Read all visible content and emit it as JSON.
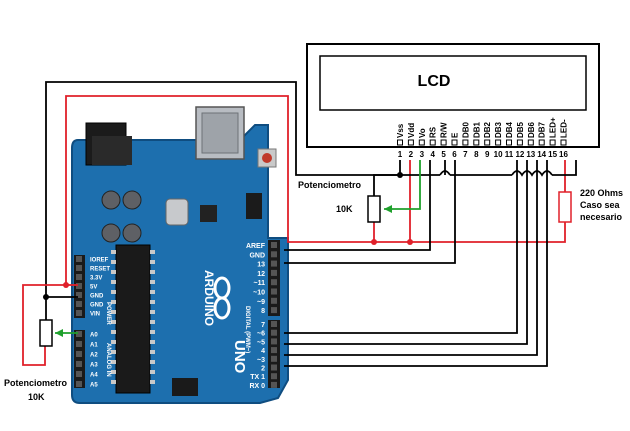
{
  "lcd": {
    "title": "LCD",
    "pins": [
      {
        "label": "Vss",
        "number": "1"
      },
      {
        "label": "Vdd",
        "number": "2"
      },
      {
        "label": "Vo",
        "number": "3"
      },
      {
        "label": "RS",
        "number": "4"
      },
      {
        "label": "R/W",
        "number": "5"
      },
      {
        "label": "E",
        "number": "6"
      },
      {
        "label": "DB0",
        "number": "7"
      },
      {
        "label": "DB1",
        "number": "8"
      },
      {
        "label": "DB2",
        "number": "9"
      },
      {
        "label": "DB3",
        "number": "10"
      },
      {
        "label": "DB4",
        "number": "11"
      },
      {
        "label": "DB5",
        "number": "12"
      },
      {
        "label": "DB6",
        "number": "13"
      },
      {
        "label": "DB7",
        "number": "14"
      },
      {
        "label": "LED+",
        "number": "15"
      },
      {
        "label": "LED-",
        "number": "16"
      }
    ]
  },
  "labels": {
    "pot_top": "Potenciometro",
    "pot_top_value": "10K",
    "pot_bottom": "Potenciometro",
    "pot_bottom_value": "10K",
    "resistor_line1": "220 Ohms",
    "resistor_line2": "Caso sea",
    "resistor_line3": "necesario"
  },
  "arduino": {
    "brand": "ARDUINO",
    "model": "UNO",
    "header_top": [
      "AREF",
      "GND",
      "13",
      "12",
      "~11",
      "~10",
      "~9",
      "8"
    ],
    "header_bottom": [
      "7",
      "~6",
      "~5",
      "4",
      "~3",
      "2",
      "TX 1",
      "RX 0"
    ],
    "power": [
      "IOREF",
      "RESET",
      "3.3V",
      "5V",
      "GND",
      "GND",
      "VIN"
    ],
    "analog": [
      "A0",
      "A1",
      "A2",
      "A3",
      "A4",
      "A5"
    ],
    "power_label": "POWER",
    "analog_label": "ANALOG IN",
    "digital_label": "DIGITAL (PWM~)"
  },
  "colors": {
    "wire_black": "#000000",
    "wire_red": "#e0202a",
    "wire_green": "#1fa02c",
    "board": "#1d6fae",
    "board_dark": "#0f4d80"
  }
}
